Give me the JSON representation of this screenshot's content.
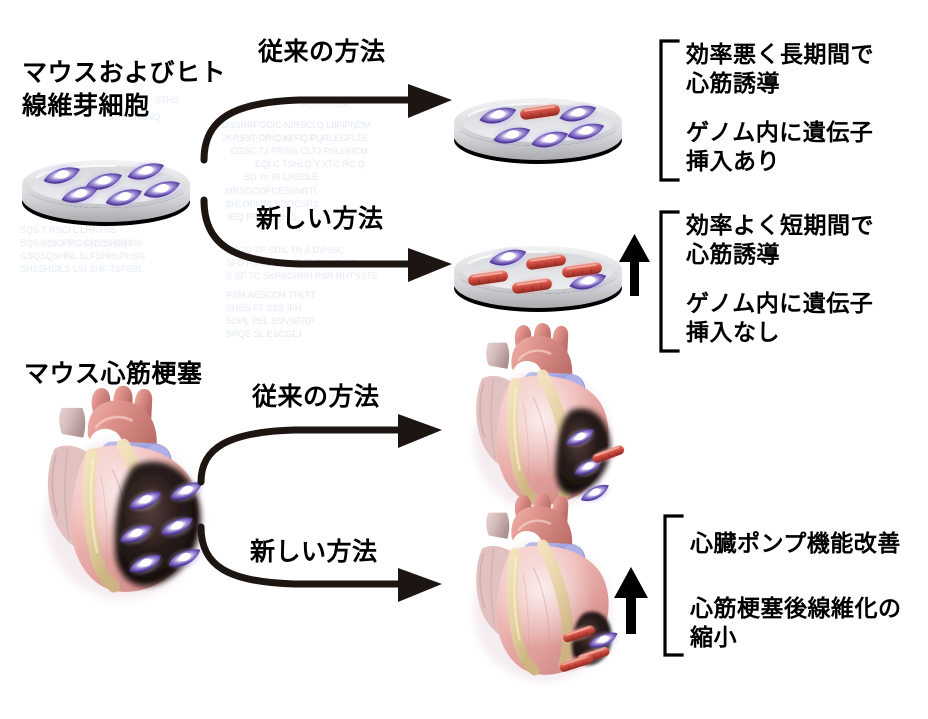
{
  "figure": {
    "title_alt": "direct cardiac reprogramming schematic",
    "background_color": "#ffffff",
    "ink_color": "#1c1512"
  },
  "sources": [
    {
      "id": "fibroblasts",
      "label": "マウスおよびヒト\n線維芽細胞",
      "kind": "petri-dish",
      "dish": {
        "fibroblast_count": 6,
        "cardiomyocyte_count": 0
      }
    },
    {
      "id": "infarct-heart",
      "label": "マウス心筋梗塞",
      "kind": "heart",
      "heart": {
        "infarct_size": "large",
        "fibroblast_count": 6,
        "cardiomyocyte_count": 0
      }
    }
  ],
  "arrows": [
    {
      "id": "dish-conventional",
      "label": "従来の方法"
    },
    {
      "id": "dish-new",
      "label": "新しい方法"
    },
    {
      "id": "heart-conventional",
      "label": "従来の方法"
    },
    {
      "id": "heart-new",
      "label": "新しい方法"
    }
  ],
  "results": [
    {
      "id": "dish-conventional-result",
      "kind": "petri-dish",
      "dish": {
        "fibroblast_count": 5,
        "cardiomyocyte_count": 1
      },
      "up_arrow": false,
      "bracket": true,
      "notes": [
        "効率悪く長期間で\n心筋誘導",
        "ゲノム内に遺伝子\n挿入あり"
      ]
    },
    {
      "id": "dish-new-result",
      "kind": "petri-dish",
      "dish": {
        "fibroblast_count": 2,
        "cardiomyocyte_count": 4
      },
      "up_arrow": true,
      "bracket": true,
      "notes": [
        "効率よく短期間で\n心筋誘導",
        "ゲノム内に遺伝子\n挿入なし"
      ]
    },
    {
      "id": "heart-conventional-result",
      "kind": "heart",
      "heart": {
        "infarct_size": "medium",
        "fibroblast_count": 3,
        "cardiomyocyte_count": 1
      },
      "up_arrow": false,
      "bracket": false,
      "notes": []
    },
    {
      "id": "heart-new-result",
      "kind": "heart",
      "heart": {
        "infarct_size": "small",
        "fibroblast_count": 1,
        "cardiomyocyte_count": 3
      },
      "up_arrow": true,
      "bracket": true,
      "notes": [
        "心臓ポンプ機能改善",
        "心筋梗塞後線維化の\n縮小"
      ]
    }
  ],
  "icons": {
    "up_arrow": "up-arrow-icon",
    "flow_arrow": "curved-flow-arrow-icon",
    "bracket": "left-square-bracket-icon"
  },
  "colors": {
    "fibroblast": "#6a4fb0",
    "fibroblast_core": "#ffffff",
    "cardiomyocyte": "#d9493c",
    "cardiomyocyte_halo": "#f5a6a0",
    "dish": "#c9cacc",
    "heart_muscle": "#e3a7a4",
    "infarct": "#16100e",
    "arrow": "#1c1512"
  }
}
